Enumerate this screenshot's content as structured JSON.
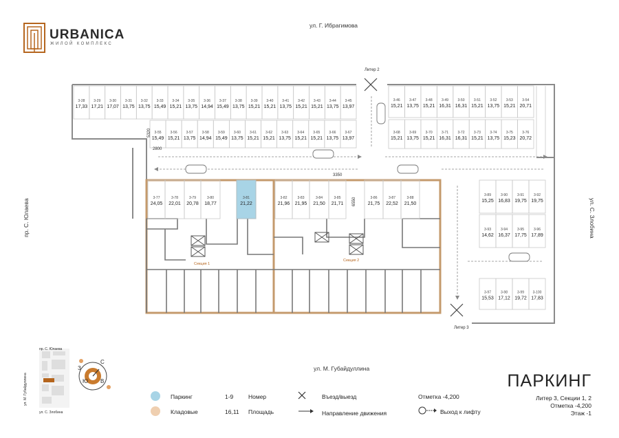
{
  "brand": {
    "name": "URBANICA",
    "subtitle": "ЖИЛОЙ КОМПЛЕКС",
    "color": "#b5651d"
  },
  "streets": {
    "top": "ул. Г. Ибрагимова",
    "bottom": "ул. М. Губайдуллина",
    "left": "пр. С. Юлаева",
    "right": "ул. С. Злобина"
  },
  "litera": {
    "top": "Литер 2",
    "bottom": "Литер 3"
  },
  "sections": {
    "one": "Секция 1",
    "two": "Секция 2"
  },
  "dims": {
    "a": "2800",
    "b": "3350",
    "c": "5320",
    "d": "6550"
  },
  "title": "ПАРКИНГ",
  "info": {
    "line1": "Литер 3, Секции 1, 2",
    "line2": "Отметка -4,200",
    "line3": "Этаж -1"
  },
  "legend": {
    "parking": "Паркинг",
    "storage": "Кладовые",
    "num_example": "1-9",
    "num_label": "Номер",
    "area_example": "16,11",
    "area_label": "Площадь",
    "entry": "Въезд/выезд",
    "direction": "Направление движения",
    "mark": "Отметка -4,200",
    "elevator": "Выход к лифту",
    "parking_color": "#a8d4e6",
    "storage_color": "#efcfb0"
  },
  "minimap": {
    "street_top": "пр. С. Юлаева",
    "street_left": "ул. М. Губайдуллина",
    "street_bottom": "ул. С. Злобина"
  },
  "compass": {
    "n": "С",
    "s": "Ю",
    "w": "З",
    "e": "В"
  },
  "rows": {
    "top1": [
      [
        "3-28",
        "17,33"
      ],
      [
        "3-29",
        "17,21"
      ],
      [
        "3-30",
        "17,07"
      ],
      [
        "3-31",
        "13,75"
      ],
      [
        "3-32",
        "13,75"
      ],
      [
        "3-33",
        "15,49"
      ],
      [
        "3-34",
        "15,21"
      ],
      [
        "3-35",
        "13,75"
      ],
      [
        "3-36",
        "14,94"
      ],
      [
        "3-37",
        "15,49"
      ],
      [
        "3-38",
        "13,75"
      ],
      [
        "3-39",
        "15,21"
      ],
      [
        "3-40",
        "15,21"
      ],
      [
        "3-41",
        "13,75"
      ],
      [
        "3-42",
        "15,21"
      ],
      [
        "3-43",
        "15,21"
      ],
      [
        "3-44",
        "13,75"
      ],
      [
        "3-45",
        "13,97"
      ]
    ],
    "top2": [
      [
        "3-55",
        "15,49"
      ],
      [
        "3-56",
        "15,21"
      ],
      [
        "3-57",
        "13,75"
      ],
      [
        "3-58",
        "14,94"
      ],
      [
        "3-59",
        "15,49"
      ],
      [
        "3-60",
        "13,75"
      ],
      [
        "3-61",
        "15,21"
      ],
      [
        "3-62",
        "15,21"
      ],
      [
        "3-63",
        "13,75"
      ],
      [
        "3-64",
        "15,21"
      ],
      [
        "3-65",
        "15,21"
      ],
      [
        "3-66",
        "13,75"
      ],
      [
        "3-67",
        "13,97"
      ]
    ],
    "right1": [
      [
        "3-46",
        "15,21"
      ],
      [
        "3-47",
        "13,75"
      ],
      [
        "3-48",
        "15,21"
      ],
      [
        "3-49",
        "16,31"
      ],
      [
        "3-50",
        "16,31"
      ],
      [
        "3-51",
        "15,21"
      ],
      [
        "3-52",
        "13,75"
      ],
      [
        "3-53",
        "15,21"
      ],
      [
        "3-54",
        "20,71"
      ]
    ],
    "right2": [
      [
        "3-68",
        "15,21"
      ],
      [
        "3-69",
        "13,75"
      ],
      [
        "3-70",
        "15,21"
      ],
      [
        "3-71",
        "16,31"
      ],
      [
        "3-72",
        "16,31"
      ],
      [
        "3-73",
        "15,21"
      ],
      [
        "3-74",
        "13,75"
      ],
      [
        "3-75",
        "15,23"
      ],
      [
        "3-76",
        "20,72"
      ]
    ],
    "mid": [
      [
        "3-77",
        "24,05"
      ],
      [
        "3-78",
        "22,01"
      ],
      [
        "3-79",
        "20,78"
      ],
      [
        "3-80",
        "18,77"
      ],
      [
        "3-81",
        "21,22"
      ],
      [
        "3-82",
        "21,96"
      ],
      [
        "3-83",
        "21,95"
      ],
      [
        "3-84",
        "21,50"
      ],
      [
        "3-85",
        "21,71"
      ],
      [
        "3-86",
        "21,75"
      ],
      [
        "3-87",
        "22,52"
      ],
      [
        "3-88",
        "21,50"
      ]
    ],
    "block1": [
      [
        "3-89",
        "15,25"
      ],
      [
        "3-90",
        "16,83"
      ],
      [
        "3-91",
        "19,75"
      ],
      [
        "3-92",
        "19,75"
      ]
    ],
    "block2": [
      [
        "3-93",
        "14,62"
      ],
      [
        "3-94",
        "16,37"
      ],
      [
        "3-95",
        "17,75"
      ],
      [
        "3-96",
        "17,89"
      ]
    ],
    "block3": [
      [
        "3-97",
        "15,53"
      ],
      [
        "3-98",
        "17,12"
      ],
      [
        "3-99",
        "19,72"
      ],
      [
        "3-100",
        "17,83"
      ]
    ]
  }
}
